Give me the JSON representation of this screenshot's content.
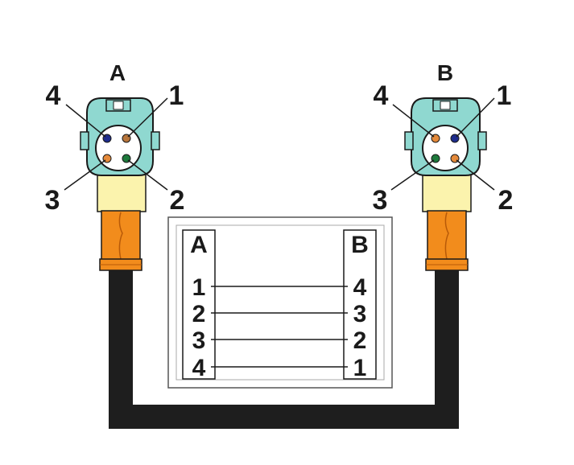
{
  "colors": {
    "cable": "#1e1e1e",
    "sleeve": "#f28c1c",
    "sleeve_dark": "#b85a08",
    "boot": "#fbf3ad",
    "connector": "#8fd8d0",
    "connector_stroke": "#1a1a1a",
    "pin_blue": "#1e2c8c",
    "pin_orange": "#e58a3a",
    "pin_green": "#1e7a3c",
    "pin_brown": "#b8763c"
  },
  "connectors": [
    {
      "label": "A",
      "pins": {
        "top_left": "4",
        "top_right": "1",
        "bottom_left": "3",
        "bottom_right": "2"
      }
    },
    {
      "label": "B",
      "pins": {
        "top_left": "4",
        "top_right": "1",
        "bottom_left": "3",
        "bottom_right": "2"
      }
    }
  ],
  "wiring_table": {
    "left_header": "A",
    "right_header": "B",
    "rows": [
      {
        "left": "1",
        "right": "4"
      },
      {
        "left": "2",
        "right": "3"
      },
      {
        "left": "3",
        "right": "2"
      },
      {
        "left": "4",
        "right": "1"
      }
    ]
  }
}
